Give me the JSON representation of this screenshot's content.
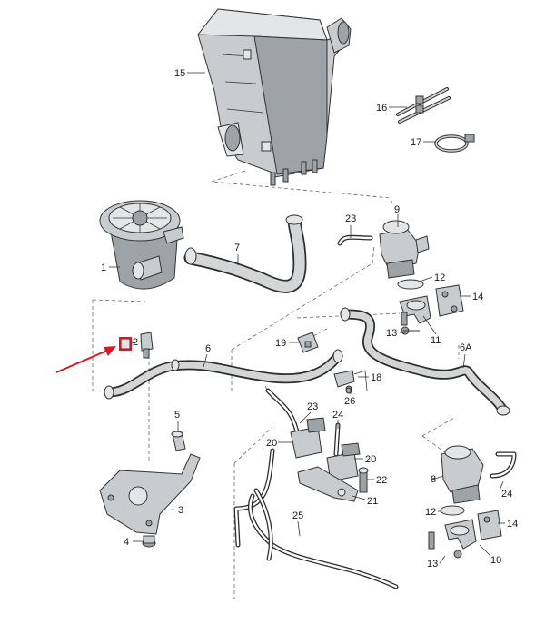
{
  "diagram": {
    "callouts": [
      {
        "id": "c15",
        "label": "15"
      },
      {
        "id": "c16",
        "label": "16"
      },
      {
        "id": "c17",
        "label": "17"
      },
      {
        "id": "c23a",
        "label": "23"
      },
      {
        "id": "c9",
        "label": "9"
      },
      {
        "id": "c7",
        "label": "7"
      },
      {
        "id": "c1",
        "label": "1"
      },
      {
        "id": "c12a",
        "label": "12"
      },
      {
        "id": "c14a",
        "label": "14"
      },
      {
        "id": "c13a",
        "label": "13"
      },
      {
        "id": "c11",
        "label": "11"
      },
      {
        "id": "c6a",
        "label": "6A"
      },
      {
        "id": "c19",
        "label": "19"
      },
      {
        "id": "c2",
        "label": "2"
      },
      {
        "id": "c6",
        "label": "6"
      },
      {
        "id": "c18",
        "label": "18"
      },
      {
        "id": "c26",
        "label": "26"
      },
      {
        "id": "c23b",
        "label": "23"
      },
      {
        "id": "c24a",
        "label": "24"
      },
      {
        "id": "c5",
        "label": "5"
      },
      {
        "id": "c20a",
        "label": "20"
      },
      {
        "id": "c20b",
        "label": "20"
      },
      {
        "id": "c22",
        "label": "22"
      },
      {
        "id": "c21",
        "label": "21"
      },
      {
        "id": "c8",
        "label": "8"
      },
      {
        "id": "c24b",
        "label": "24"
      },
      {
        "id": "c3",
        "label": "3"
      },
      {
        "id": "c25",
        "label": "25"
      },
      {
        "id": "c12b",
        "label": "12"
      },
      {
        "id": "c14b",
        "label": "14"
      },
      {
        "id": "c4",
        "label": "4"
      },
      {
        "id": "c13b",
        "label": "13"
      },
      {
        "id": "c10",
        "label": "10"
      }
    ],
    "highlight": {
      "part": "2",
      "color": "#e0141e"
    }
  }
}
